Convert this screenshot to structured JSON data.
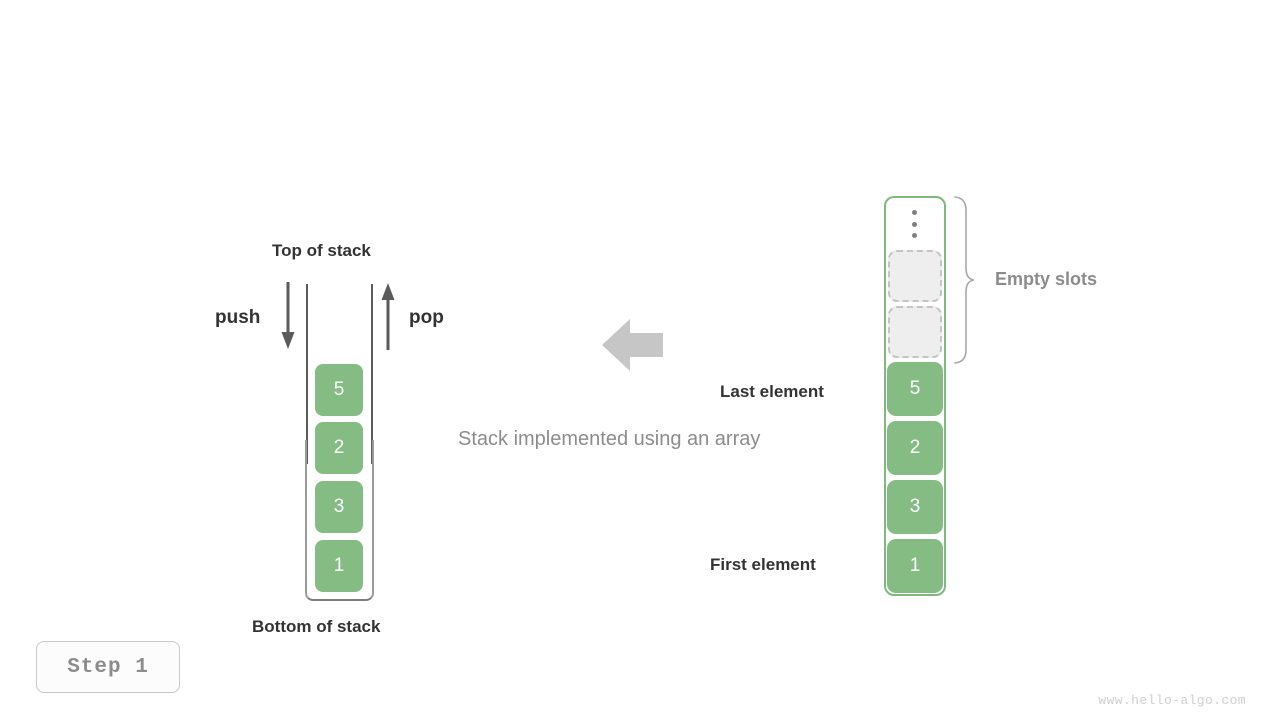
{
  "figure": {
    "caption": "Stack implemented using an array",
    "step_label": "Step 1",
    "watermark": "www.hello-algo.com",
    "colors": {
      "element_green": "#84bc84",
      "array_border_green": "#7fb97f",
      "label_dark": "#333333",
      "label_gray": "#8c8c8c",
      "empty_slot_fill": "#eeeeee",
      "empty_slot_border": "#c4c4c4",
      "arrow_gray": "#5b5b5b",
      "transform_arrow_gray": "#c6c6c6"
    }
  },
  "stack_view": {
    "top_label": "Top of stack",
    "bottom_label": "Bottom of stack",
    "push_label": "push",
    "pop_label": "pop",
    "push_icon": "arrow-down-icon",
    "pop_icon": "arrow-up-icon",
    "elements_top_to_bottom": [
      "5",
      "2",
      "3",
      "1"
    ]
  },
  "transform": {
    "icon": "arrow-left-icon"
  },
  "array_view": {
    "ellipsis_icon": "vertical-ellipsis-icon",
    "empty_slots_label": "Empty slots",
    "brace_icon": "curly-brace-icon",
    "empty_slot_count": 2,
    "last_element_label": "Last element",
    "first_element_label": "First element",
    "elements_top_to_bottom": [
      "5",
      "2",
      "3",
      "1"
    ]
  }
}
